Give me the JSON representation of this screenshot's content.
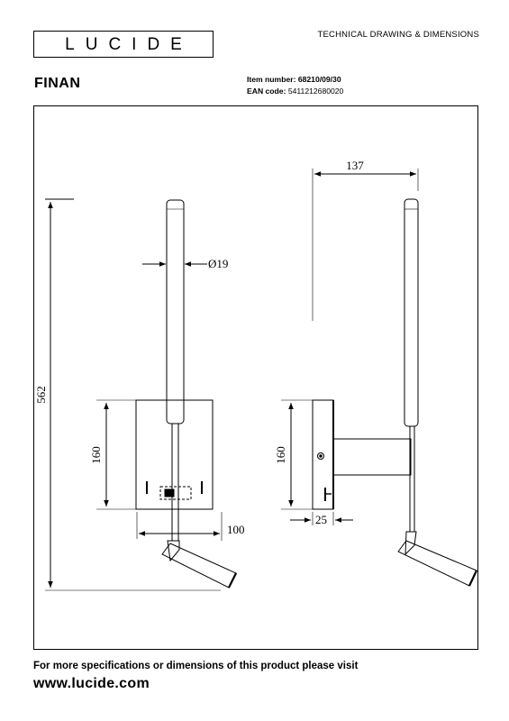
{
  "brand": {
    "logo_text": "LUCIDE"
  },
  "header": {
    "title": "TECHNICAL DRAWING & DIMENSIONS"
  },
  "product": {
    "name": "FINAN",
    "item_number_label": "Item number:",
    "item_number": "68210/09/30",
    "ean_label": "EAN code:",
    "ean": "5411212680020"
  },
  "dimensions": {
    "total_height": "562",
    "diameter": "Ø19",
    "plate_height_front": "160",
    "arm_width": "100",
    "depth": "137",
    "plate_height_side": "160",
    "plate_depth": "25"
  },
  "footer": {
    "line1": "For more specifications or dimensions of this product please visit",
    "line2": "www.lucide.com"
  }
}
